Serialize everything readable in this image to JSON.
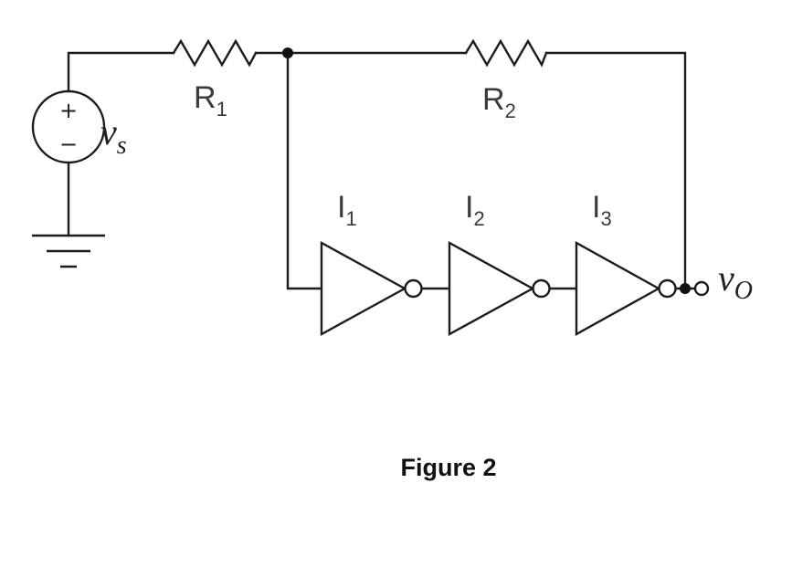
{
  "diagram": {
    "caption": "Figure 2",
    "components": {
      "source": {
        "symbol": "v",
        "subscript": "s",
        "plus_sign": "+",
        "minus_sign": "−"
      },
      "r1": {
        "letter": "R",
        "subscript": "1"
      },
      "r2": {
        "letter": "R",
        "subscript": "2"
      },
      "inverters": [
        {
          "letter": "I",
          "subscript": "1"
        },
        {
          "letter": "I",
          "subscript": "2"
        },
        {
          "letter": "I",
          "subscript": "3"
        }
      ],
      "output": {
        "symbol": "v",
        "subscript": "O"
      }
    },
    "icons": {
      "resistor": "resistor-icon",
      "voltage_source": "voltage-source-icon",
      "ground": "ground-icon",
      "inverter": "inverter-gate-icon",
      "junction": "junction-dot-icon",
      "terminal": "output-terminal-icon"
    }
  }
}
